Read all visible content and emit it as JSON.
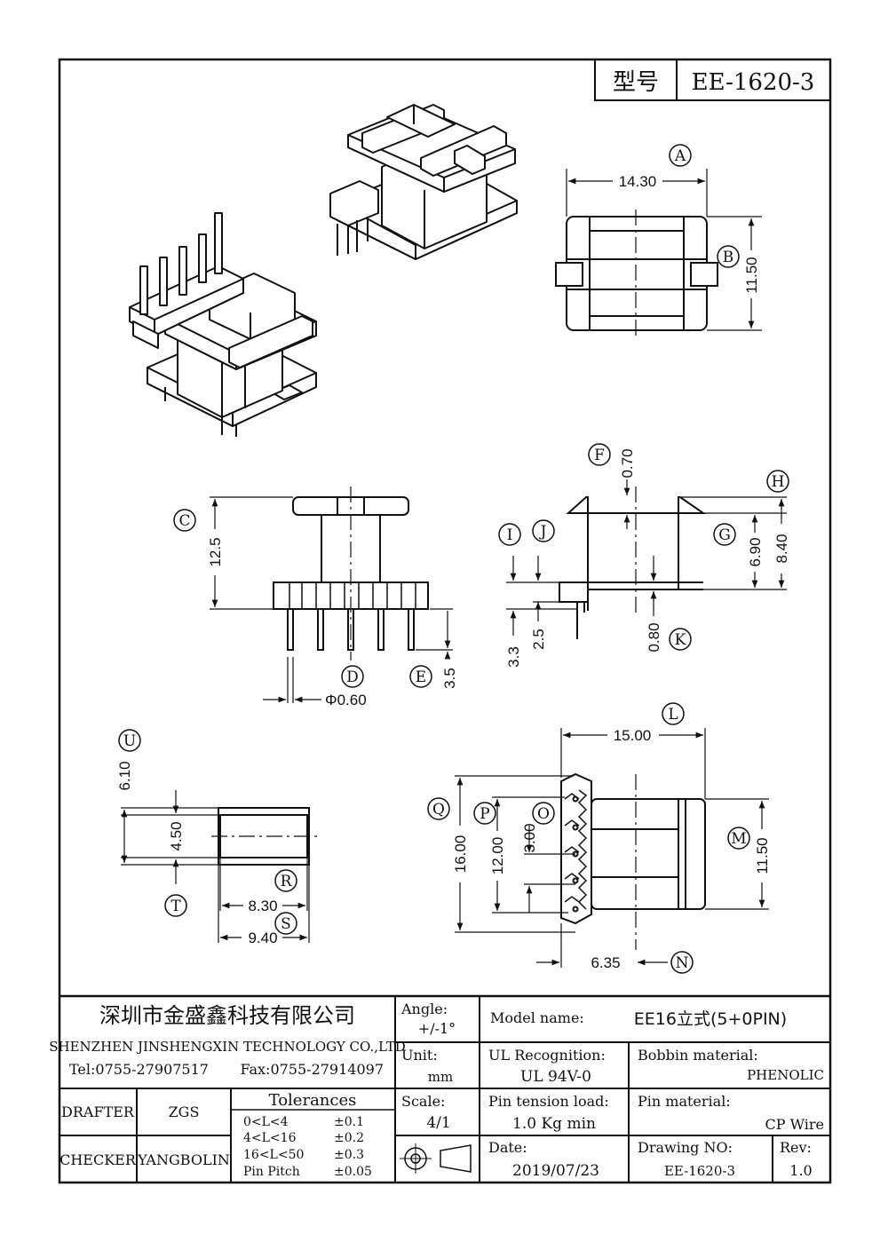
{
  "title_block": {
    "type_label": "型号",
    "model_code": "EE-1620-3"
  },
  "dimensions": {
    "A": "14.30",
    "B": "11.50",
    "C": "12.5",
    "D": "Φ0.60",
    "E": "3.5",
    "F": "0.70",
    "G": "6.90",
    "H": "8.40",
    "I": "3.3",
    "J": "2.5",
    "K": "0.80",
    "L": "15.00",
    "M": "11.50",
    "N": "6.35",
    "O": "3.00",
    "P": "12.00",
    "Q": "16.00",
    "R": "8.30",
    "S": "9.40",
    "T": "4.50",
    "U": "6.10"
  },
  "callouts": [
    "A",
    "B",
    "C",
    "D",
    "E",
    "F",
    "G",
    "H",
    "I",
    "J",
    "K",
    "L",
    "M",
    "N",
    "O",
    "P",
    "Q",
    "R",
    "S",
    "T",
    "U"
  ],
  "company": {
    "name_cn": "深圳市金盛鑫科技有限公司",
    "name_en": "SHENZHEN JINSHENGXIN TECHNOLOGY CO.,LTD",
    "tel": "Tel:0755-27907517",
    "fax": "Fax:0755-27914097"
  },
  "people": {
    "drafter_label": "DRAFTER",
    "drafter": "ZGS",
    "checker_label": "CHECKER",
    "checker": "YANGBOLIN"
  },
  "tolerances": {
    "title": "Tolerances",
    "rows": [
      {
        "range": "0<L<4",
        "value": "±0.1"
      },
      {
        "range": "4<L<16",
        "value": "±0.2"
      },
      {
        "range": "16<L<50",
        "value": "±0.3"
      },
      {
        "range": "Pin Pitch",
        "value": "±0.05"
      }
    ]
  },
  "angle": {
    "label": "Angle:",
    "value": "+/-1°"
  },
  "unit": {
    "label": "Unit:",
    "value": "mm"
  },
  "scale": {
    "label": "Scale:",
    "value": "4/1"
  },
  "model_name": {
    "label": "Model name:",
    "value": "EE16立式(5+0PIN)"
  },
  "ul": {
    "label": "UL Recognition:",
    "value": "UL 94V-0"
  },
  "bobbin": {
    "label": "Bobbin material:",
    "value": "PHENOLIC"
  },
  "pin_tension": {
    "label": "Pin tension load:",
    "value": "1.0 Kg min"
  },
  "pin_material": {
    "label": "Pin material:",
    "value": "CP Wire"
  },
  "date": {
    "label": "Date:",
    "value": "2019/07/23"
  },
  "drawing_no": {
    "label": "Drawing NO:",
    "value": "EE-1620-3"
  },
  "rev": {
    "label": "Rev:",
    "value": "1.0"
  }
}
